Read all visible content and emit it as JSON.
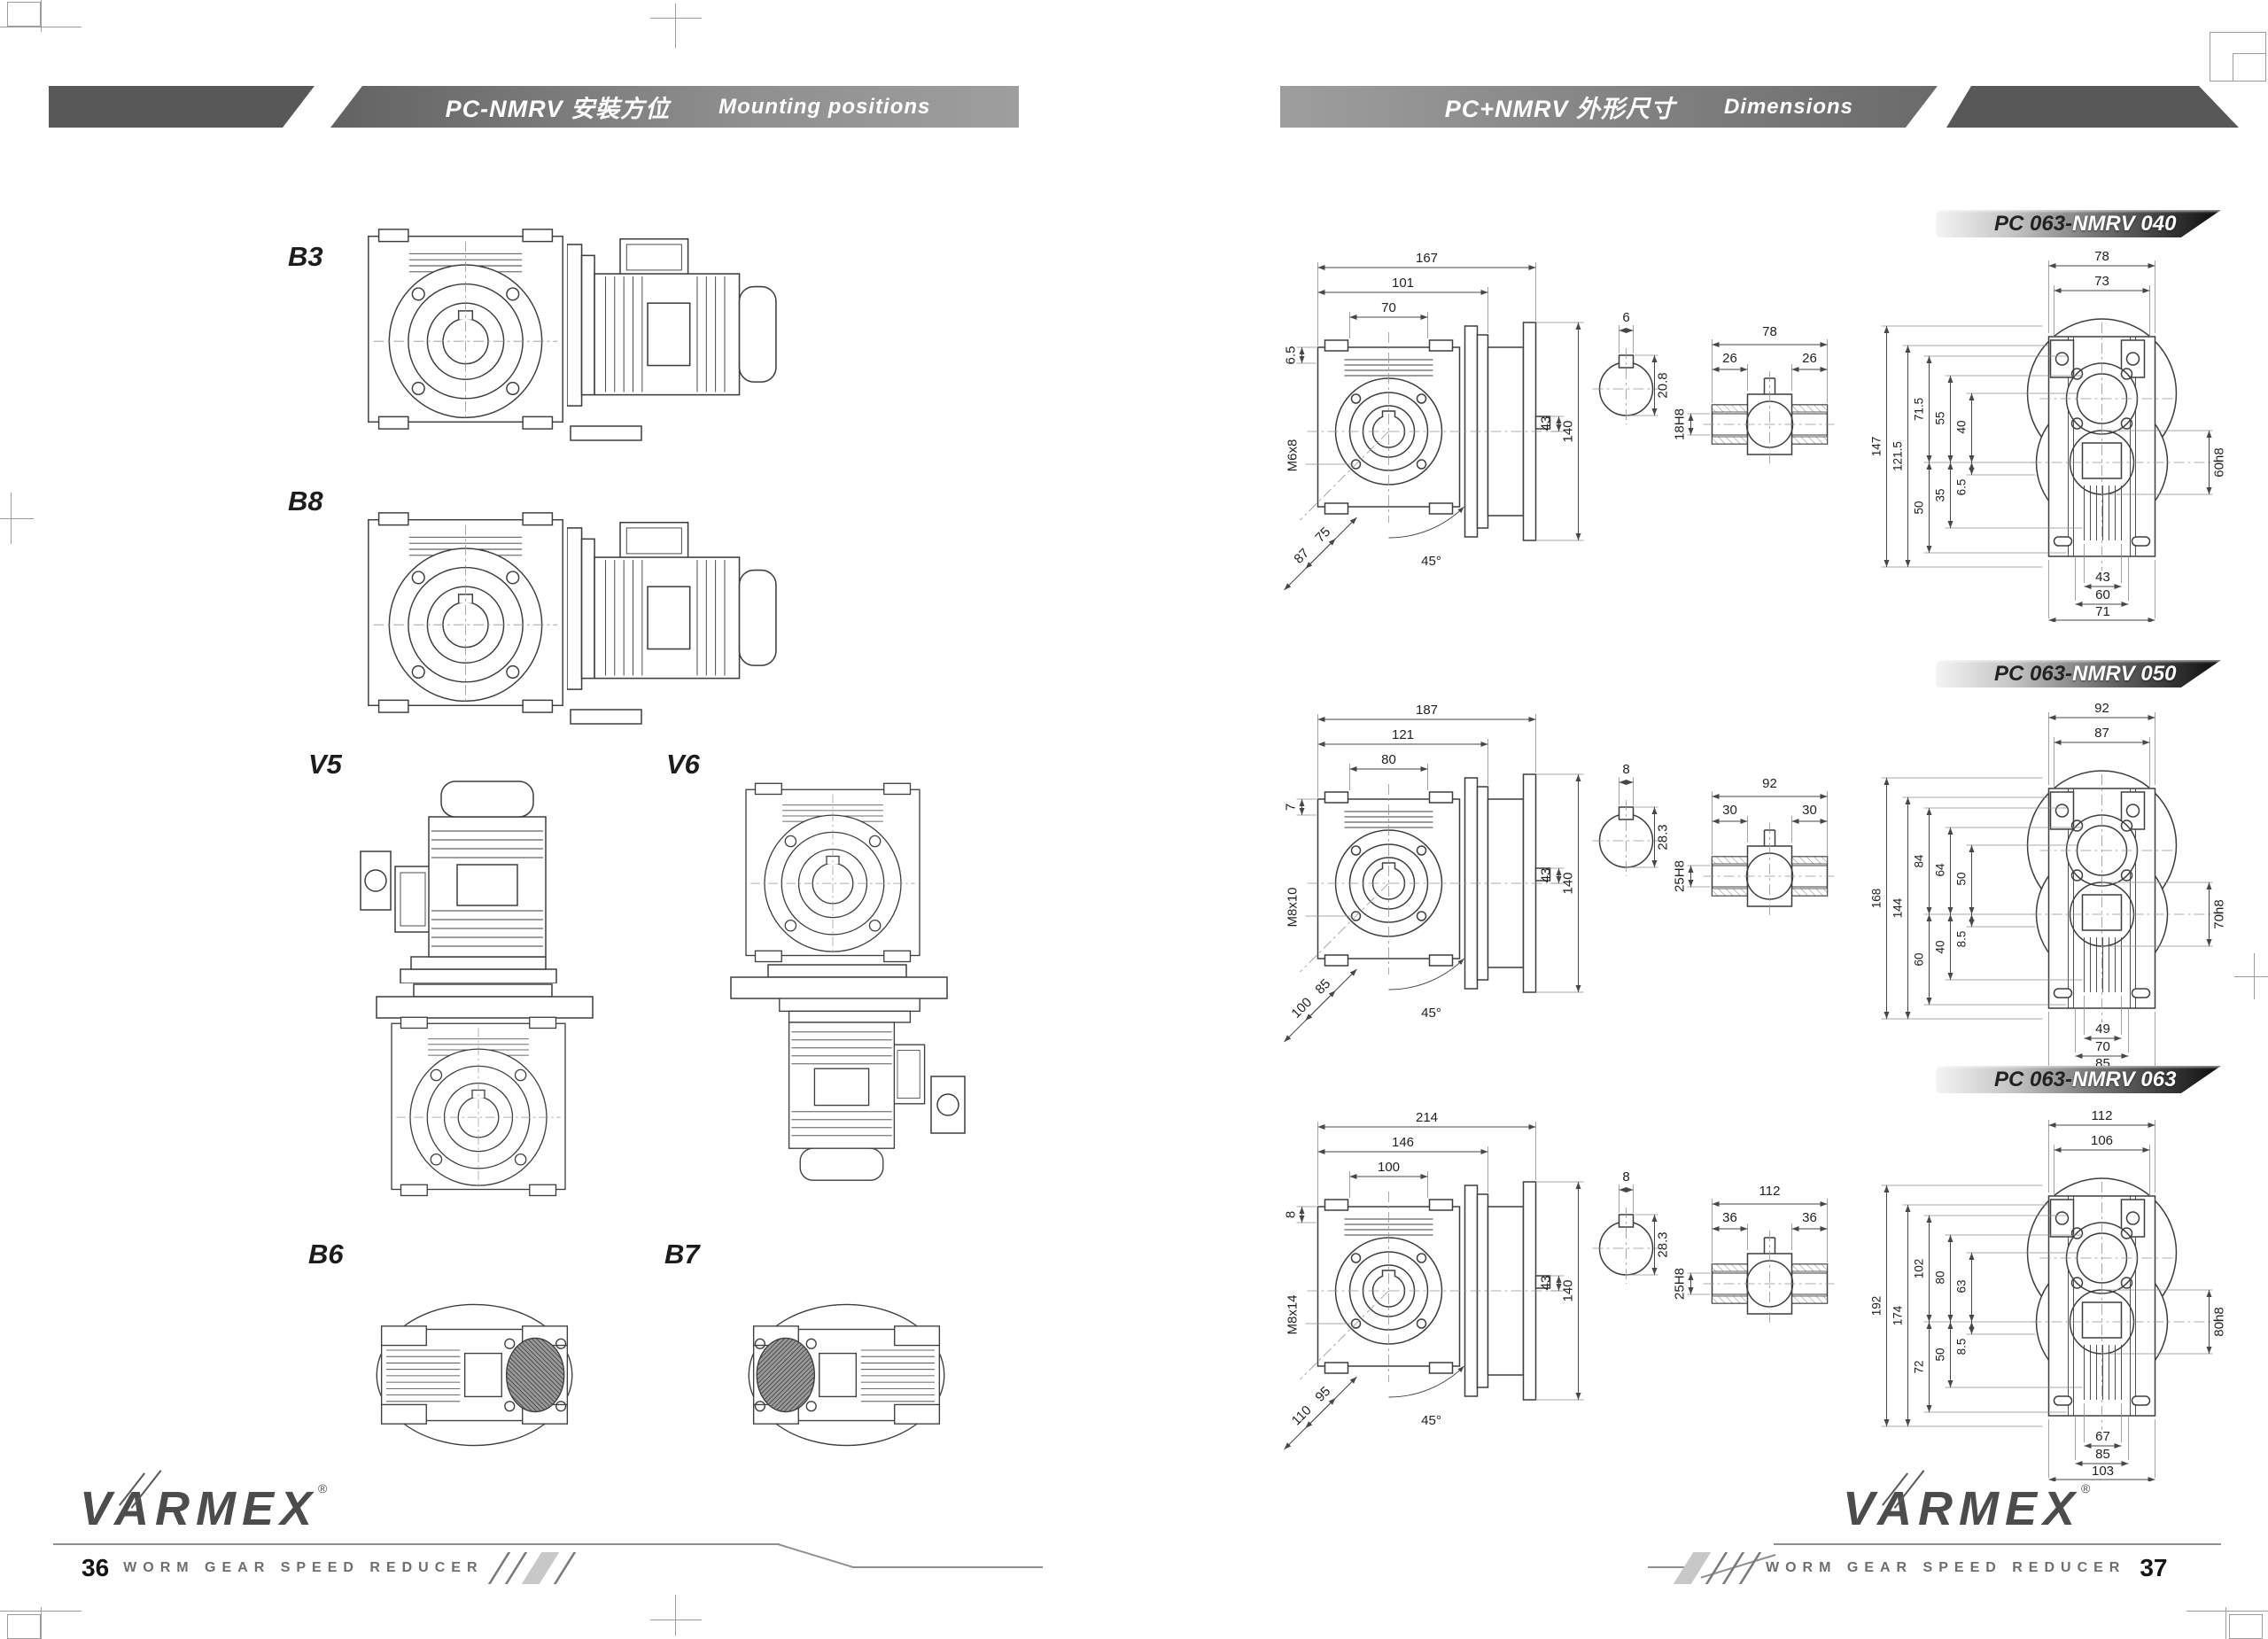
{
  "header_left": {
    "title": "PC-NMRV 安裝方位",
    "subtitle": "Mounting positions"
  },
  "header_right": {
    "title": "PC+NMRV 外形尺寸",
    "subtitle": "Dimensions"
  },
  "mounting": {
    "b3": "B3",
    "b8": "B8",
    "v5": "V5",
    "v6": "V6",
    "b6": "B6",
    "b7": "B7"
  },
  "footer_left": {
    "brand": "VARMEX",
    "page": "36",
    "tagline": "WORM GEAR SPEED REDUCER"
  },
  "footer_right": {
    "brand": "VARMEX",
    "page": "37",
    "tagline": "WORM GEAR SPEED REDUCER"
  },
  "sections": [
    {
      "model_prefix": "PC 063-",
      "model_suffix": "NMRV 040",
      "side": {
        "d1": "167",
        "d2": "101",
        "d3": "70",
        "off": "6.5",
        "screw": "M6x8",
        "d43": "43",
        "d140": "140",
        "diagA": "75",
        "diagB": "87",
        "angle": "45°"
      },
      "key": {
        "kw": "6",
        "kd": "20.8"
      },
      "shaft": {
        "len": "78",
        "ea": "26",
        "eb": "26",
        "bore": "18H8"
      },
      "rear": {
        "w1": "78",
        "w2": "73",
        "hL1": "147",
        "hL2": "121.5",
        "hL3": "71.5",
        "hL4": "55",
        "hL5": "40",
        "hB1": "50",
        "hB2": "35",
        "hB3": "6.5",
        "hub": "60h8",
        "b1": "43",
        "b2": "60",
        "b3": "71"
      }
    },
    {
      "model_prefix": "PC 063-",
      "model_suffix": "NMRV 050",
      "side": {
        "d1": "187",
        "d2": "121",
        "d3": "80",
        "off": "7",
        "screw": "M8x10",
        "d43": "43",
        "d140": "140",
        "diagA": "85",
        "diagB": "100",
        "angle": "45°"
      },
      "key": {
        "kw": "8",
        "kd": "28.3"
      },
      "shaft": {
        "len": "92",
        "ea": "30",
        "eb": "30",
        "bore": "25H8"
      },
      "rear": {
        "w1": "92",
        "w2": "87",
        "hL1": "168",
        "hL2": "144",
        "hL3": "84",
        "hL4": "64",
        "hL5": "50",
        "hB1": "60",
        "hB2": "40",
        "hB3": "8.5",
        "hub": "70h8",
        "b1": "49",
        "b2": "70",
        "b3": "85"
      }
    },
    {
      "model_prefix": "PC 063-",
      "model_suffix": "NMRV 063",
      "side": {
        "d1": "214",
        "d2": "146",
        "d3": "100",
        "off": "8",
        "screw": "M8x14",
        "d43": "43",
        "d140": "140",
        "diagA": "95",
        "diagB": "110",
        "angle": "45°"
      },
      "key": {
        "kw": "8",
        "kd": "28.3"
      },
      "shaft": {
        "len": "112",
        "ea": "36",
        "eb": "36",
        "bore": "25H8"
      },
      "rear": {
        "w1": "112",
        "w2": "106",
        "hL1": "192",
        "hL2": "174",
        "hL3": "102",
        "hL4": "80",
        "hL5": "63",
        "hB1": "72",
        "hB2": "50",
        "hB3": "8.5",
        "hub": "80h8",
        "b1": "67",
        "b2": "85",
        "b3": "103"
      }
    }
  ]
}
